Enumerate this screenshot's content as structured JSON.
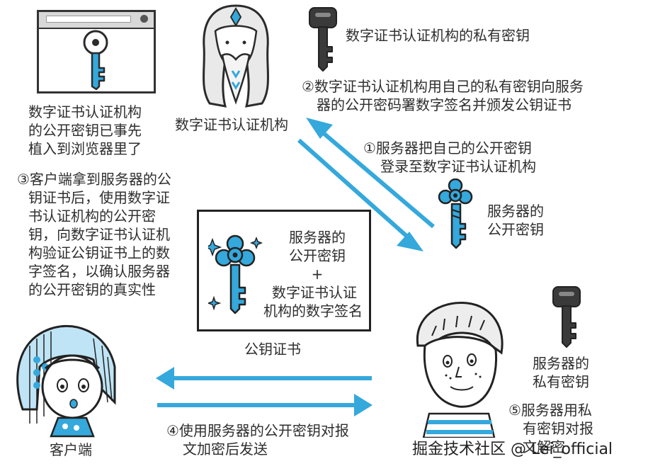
{
  "diagram": {
    "ca_private_key_label": "数字证书认证机构的私有密钥",
    "step2_line1": "②数字证书认证机构用自己的私有密钥向服务",
    "step2_line2": "器的公开密码署数字签名并颁发公钥证书",
    "browser_note_line1": "数字证书认证机构",
    "browser_note_line2": "的公开密钥已事先",
    "browser_note_line3": "植入到浏览器里了",
    "ca_label": "数字证书认证机构",
    "step1_line1": "①服务器把自己的公开密钥",
    "step1_line2": "登录至数字证书认证机构",
    "server_public_key_line1": "服务器的",
    "server_public_key_line2": "公开密钥",
    "step3_line1": "③客户端拿到服务器的公",
    "step3_line2": "钥证书后，使用数字证",
    "step3_line3": "书认证机构的公开密",
    "step3_line4": "钥，向数字证书认证机",
    "step3_line5": "构验证公钥证书上的数",
    "step3_line6": "字签名，以确认服务器",
    "step3_line7": "的公开密钥的真实性",
    "cert_line1": "服务器的",
    "cert_line2": "公开密钥",
    "cert_plus": "+",
    "cert_line3": "数字证书认证",
    "cert_line4": "机构的数字签名",
    "cert_caption": "公钥证书",
    "server_private_key_line1": "服务器的",
    "server_private_key_line2": "私有密钥",
    "client_label": "客户端",
    "step4_line1": "④使用服务器的公开密钥对报",
    "step4_line2": "文加密后发送",
    "step5_line1": "⑤服务器用私",
    "step5_line2": "有密钥对报",
    "step5_line3": "文解密",
    "watermark": "掘金技术社区 @ Lei_official"
  },
  "colors": {
    "accent_blue": "#35a8dc",
    "dark_key": "#3a3a3a",
    "ink": "#222222"
  },
  "icons": {
    "ca_private_key": "dark-key-icon",
    "browser_key": "blue-outline-key-icon",
    "server_public_key": "blue-clover-key-icon",
    "cert_key": "blue-clover-key-icon",
    "server_private_key": "dark-key-icon"
  }
}
